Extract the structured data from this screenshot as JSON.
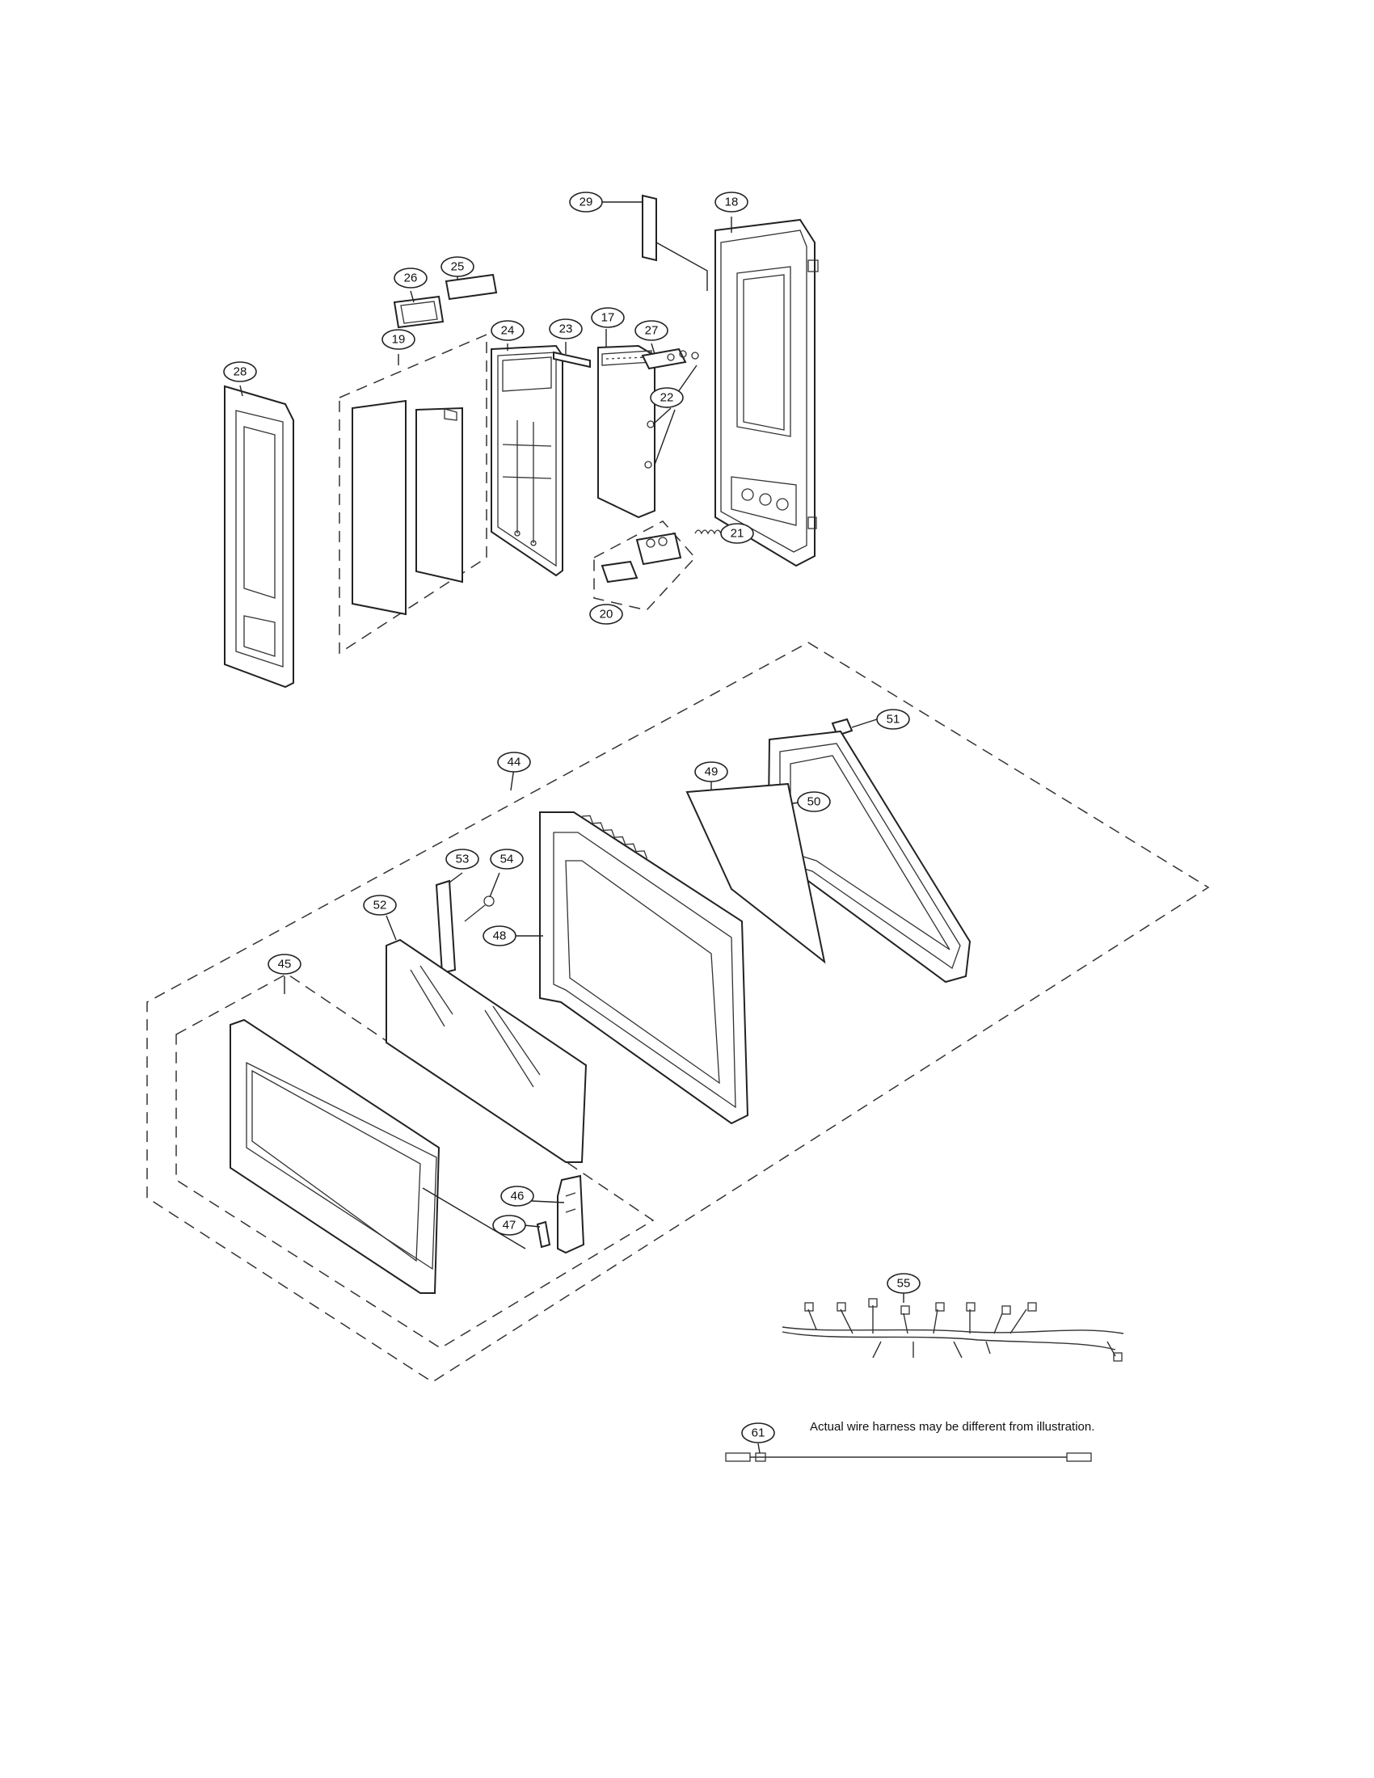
{
  "callouts": [
    {
      "id": "29",
      "label": "29"
    },
    {
      "id": "18",
      "label": "18"
    },
    {
      "id": "26",
      "label": "26"
    },
    {
      "id": "25",
      "label": "25"
    },
    {
      "id": "19",
      "label": "19"
    },
    {
      "id": "24",
      "label": "24"
    },
    {
      "id": "23",
      "label": "23"
    },
    {
      "id": "17",
      "label": "17"
    },
    {
      "id": "27",
      "label": "27"
    },
    {
      "id": "22",
      "label": "22"
    },
    {
      "id": "28",
      "label": "28"
    },
    {
      "id": "21",
      "label": "21"
    },
    {
      "id": "20",
      "label": "20"
    },
    {
      "id": "51",
      "label": "51"
    },
    {
      "id": "44",
      "label": "44"
    },
    {
      "id": "49",
      "label": "49"
    },
    {
      "id": "50",
      "label": "50"
    },
    {
      "id": "53",
      "label": "53"
    },
    {
      "id": "54",
      "label": "54"
    },
    {
      "id": "52",
      "label": "52"
    },
    {
      "id": "48",
      "label": "48"
    },
    {
      "id": "45",
      "label": "45"
    },
    {
      "id": "46",
      "label": "46"
    },
    {
      "id": "47",
      "label": "47"
    },
    {
      "id": "55",
      "label": "55"
    },
    {
      "id": "61",
      "label": "61"
    }
  ],
  "note": "Actual wire harness may be different from illustration."
}
